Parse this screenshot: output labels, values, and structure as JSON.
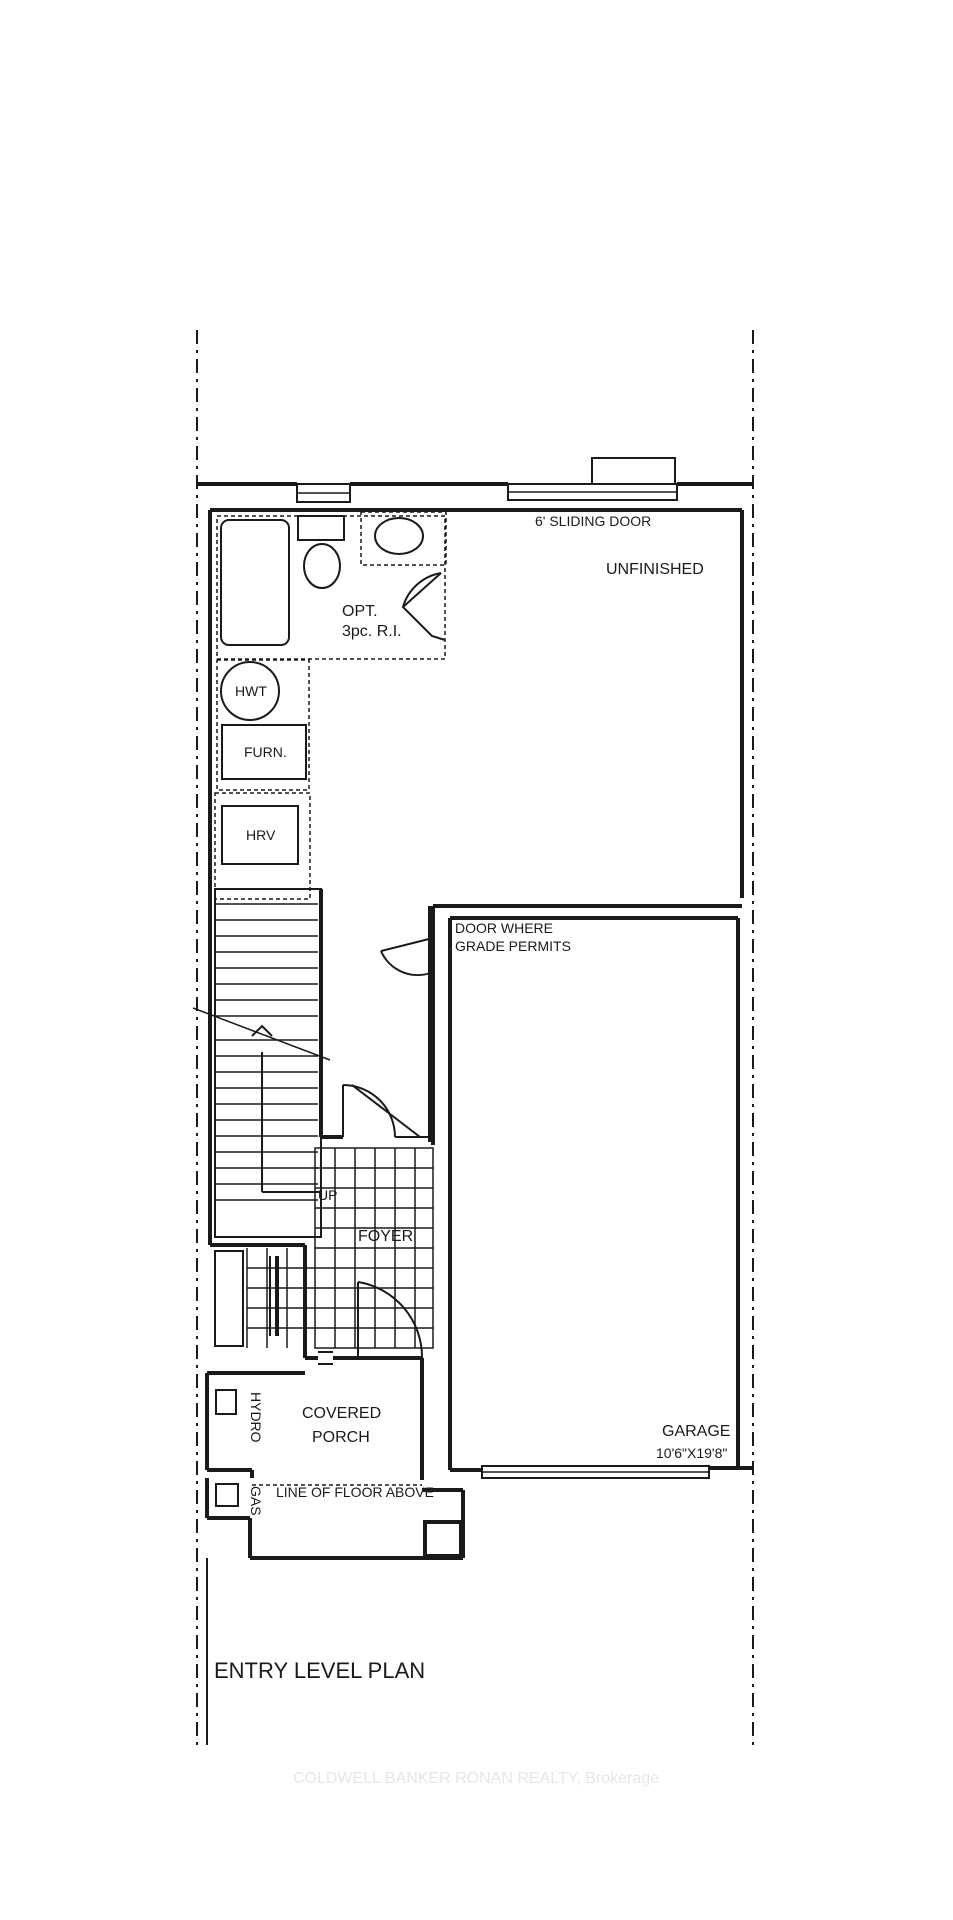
{
  "labels": {
    "sliding_door": "6' SLIDING DOOR",
    "unfinished": "UNFINISHED",
    "opt": "OPT.",
    "rough_in": "3pc. R.I.",
    "hwt": "HWT",
    "furn": "FURN.",
    "hrv": "HRV",
    "door_where": "DOOR WHERE",
    "grade_permits": "GRADE PERMITS",
    "up": "UP",
    "foyer": "FOYER",
    "covered": "COVERED",
    "porch": "PORCH",
    "hydro": "HYDRO",
    "gas": "GAS",
    "line_floor_above": "LINE OF FLOOR ABOVE",
    "garage": "GARAGE",
    "garage_dim": "10'6\"X19'8\""
  },
  "plan_title": "ENTRY LEVEL PLAN",
  "watermark": "COLDWELL BANKER RONAN REALTY, Brokerage"
}
